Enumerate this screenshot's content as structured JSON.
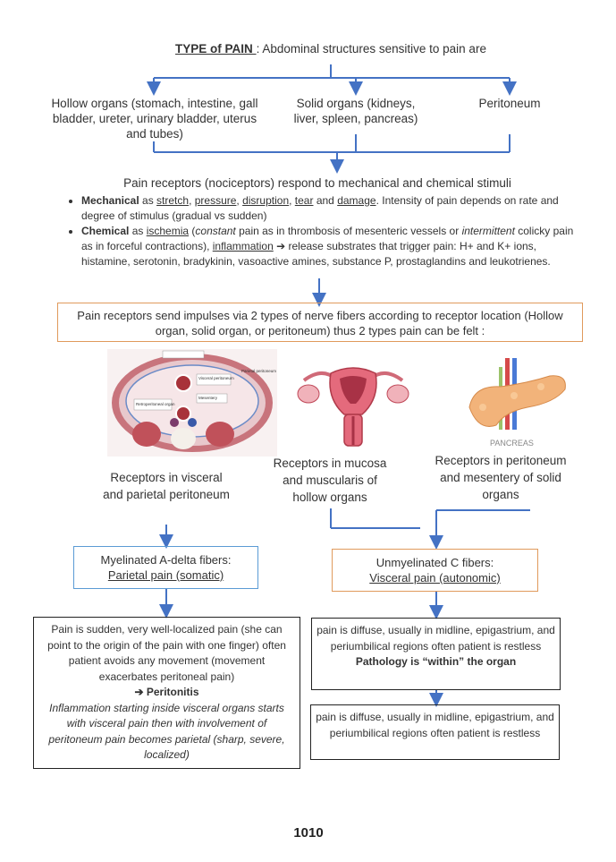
{
  "title": {
    "bold": "TYPE of PAIN ",
    "rest": ": Abdominal structures sensitive to pain are"
  },
  "categories": {
    "hollow": "Hollow organs (stomach, intestine, gall bladder, ureter, urinary bladder, uterus and tubes)",
    "solid": "Solid organs (kidneys, liver, spleen, pancreas)",
    "peritoneum": "Peritoneum"
  },
  "receptors_heading": "Pain receptors (nociceptors) respond to mechanical and chemical stimuli",
  "mechanical": {
    "label": "Mechanical",
    "as": " as ",
    "stretch": "stretch",
    "pressure": "pressure",
    "disruption": "disruption",
    "tear": "tear",
    "and": " and ",
    "damage": "damage",
    "rest": ". Intensity of pain depends on rate and degree of stimulus (gradual vs sudden)"
  },
  "chemical": {
    "label": "Chemical",
    "as": " as ",
    "ischemia": "ischemia",
    "p1": " (",
    "constant": "constant",
    "p2": " pain as in thrombosis of mesenteric vessels or ",
    "intermittent": "intermittent",
    "p3": " colicky pain as in  forceful contractions), ",
    "inflammation": "inflammation",
    "arrow": " ➔ ",
    "p4": "release substrates that trigger pain: H+ and K+ ions, histamine, serotonin, bradykinin, vasoactive amines, substance P, prostaglandins and leukotrienes."
  },
  "impulse_box": "Pain receptors send impulses via 2 types of nerve fibers according to receptor location (Hollow organ, solid organ, or peritoneum) thus 2 types pain can be felt :",
  "images": {
    "cross_section_labels": [
      "Visceral peritoneum",
      "Parietal peritoneum",
      "Retroperitoneal organ",
      "Mesentery"
    ],
    "pancreas_label": "PANCREAS"
  },
  "receptor_labels": {
    "visceral_parietal": "Receptors in visceral and parietal peritoneum",
    "mucosa": "Receptors in mucosa and muscularis of hollow organs",
    "peritoneum_solid": "Receptors in peritoneum and mesentery of solid organs"
  },
  "fibers": {
    "a_delta_title": "Myelinated A-delta fibers:",
    "a_delta_sub": "Parietal pain (somatic)",
    "c_title": "Unmyelinated C fibers:",
    "c_sub": "Visceral pain (autonomic)"
  },
  "parietal_box": {
    "text": "Pain is sudden, very well-localized pain (she can point to the origin of the pain with one finger) often patient avoids any movement (movement exacerbates peritoneal pain)",
    "arrow": "➔ ",
    "peritonitis": "Peritonitis",
    "italic": "Inflammation starting inside visceral organs starts with visceral pain then with involvement of peritoneum pain becomes parietal (sharp, severe, localized)"
  },
  "visceral_box1": {
    "text": "pain is diffuse, usually in midline, epigastrium, and periumbilical regions often patient is restless",
    "bold": "Pathology is “within” the organ"
  },
  "visceral_box2": {
    "text": "pain is diffuse, usually in midline, epigastrium, and periumbilical regions often patient is restless"
  },
  "page_number": "1010",
  "colors": {
    "line": "#4472c4",
    "orange": "#e09a5c",
    "blue_box": "#5b9bd5",
    "flesh": "#d9a3a8",
    "dark_red": "#a8323a"
  }
}
